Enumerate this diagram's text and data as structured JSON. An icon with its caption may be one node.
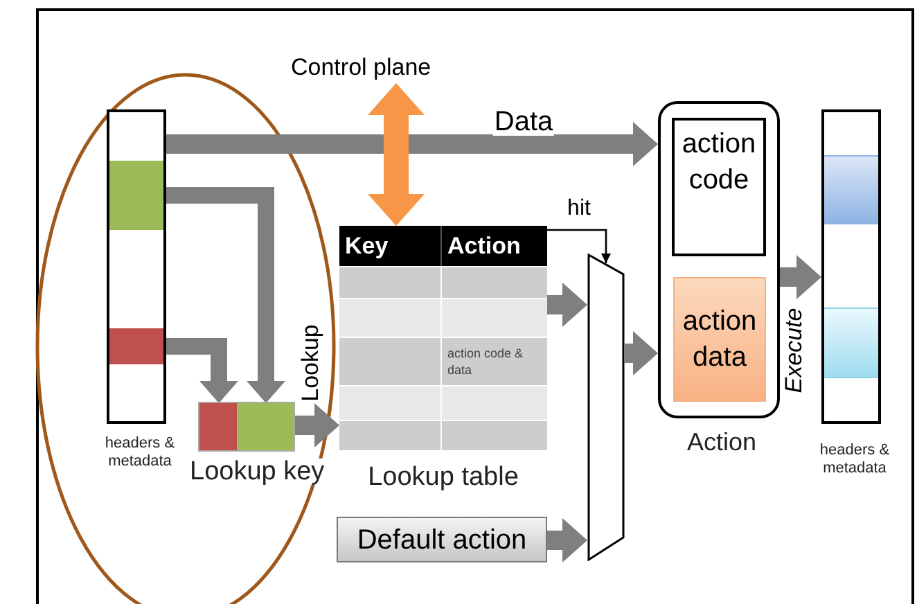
{
  "diagram": {
    "nodes": [
      {
        "text": [],
        "shape": "box",
        "beside": [
          "headers & metadata"
        ]
      },
      {
        "text": [],
        "shape": "box",
        "in": 0
      },
      {
        "text": [],
        "shape": "box",
        "in": 0
      },
      {
        "text": [],
        "shape": "box",
        "beside": [
          "Lookup key"
        ]
      },
      {
        "text": [],
        "shape": "box",
        "in": 3
      },
      {
        "text": [],
        "shape": "box",
        "in": 3
      },
      {
        "text": [
          "Key",
          "Action",
          "action code & data"
        ],
        "beside": [
          "Lookup table"
        ]
      },
      {
        "text": [
          "Control plane"
        ]
      },
      {
        "text": [
          "Default action"
        ]
      },
      {
        "text": [],
        "shape": "trapezoid"
      },
      {
        "text": [],
        "shape": "box",
        "beside": [
          "Action"
        ]
      },
      {
        "text": [
          "action code"
        ],
        "in": 10
      },
      {
        "text": [
          "action data"
        ],
        "in": 10
      },
      {
        "text": [],
        "shape": "box",
        "beside": [
          "headers & metadata"
        ]
      },
      {
        "text": [],
        "shape": "box",
        "in": 13
      },
      {
        "text": [],
        "shape": "box",
        "in": 13
      }
    ],
    "edges": [
      {
        "from": 0,
        "to": 10,
        "arrow": "to",
        "label": "Data",
        "style": "thick"
      },
      {
        "from": 1,
        "to": 5,
        "arrow": "to",
        "style": "thick"
      },
      {
        "from": 2,
        "to": 4,
        "arrow": "to",
        "style": "thick"
      },
      {
        "from": 3,
        "to": 6,
        "arrow": "to",
        "label": "Lookup",
        "style": "thick"
      },
      {
        "from": 7,
        "to": 6,
        "arrow": "both",
        "style": "thick",
        "color": "#f79646"
      },
      {
        "from": 6,
        "to": 9,
        "arrow": "to",
        "label": "hit",
        "color": "#000000"
      },
      {
        "from": 6,
        "to": 9,
        "arrow": "to",
        "style": "thick"
      },
      {
        "from": 8,
        "to": 9,
        "arrow": "to",
        "style": "thick"
      },
      {
        "from": 9,
        "to": 10,
        "arrow": "to",
        "style": "thick"
      },
      {
        "from": 10,
        "to": 13,
        "arrow": "to",
        "label": "Execute",
        "style": "thick"
      }
    ]
  }
}
